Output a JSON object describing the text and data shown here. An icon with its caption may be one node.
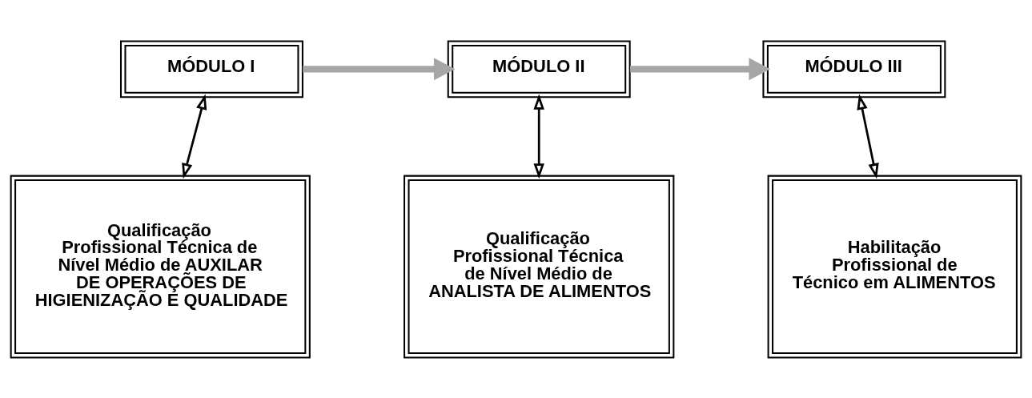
{
  "diagram": {
    "nodes": [
      {
        "text": [
          "MÓDULO I"
        ]
      },
      {
        "text": [
          "MÓDULO II"
        ]
      },
      {
        "text": [
          "MÓDULO III"
        ]
      },
      {
        "text": [
          "Qualificação Profissional Técnica de Nível Médio de AUXILAR DE OPERAÇÕES DE HIGIENIZAÇÃO E QUALIDADE"
        ]
      },
      {
        "text": [
          "Qualificação Profissional Técnica de Nível Médio de ANALISTA DE ALIMENTOS"
        ]
      },
      {
        "text": [
          "Habilitação Profissional de Técnico em ALIMENTOS"
        ]
      }
    ],
    "edges": [
      {
        "from": 0,
        "to": 1,
        "arrow": "to",
        "style": "thick",
        "color": "#a6a6a6"
      },
      {
        "from": 1,
        "to": 2,
        "arrow": "to",
        "style": "thick",
        "color": "#a6a6a6"
      },
      {
        "from": 0,
        "to": 3,
        "arrow": "both"
      },
      {
        "from": 1,
        "to": 4,
        "arrow": "both"
      },
      {
        "from": 2,
        "to": 5,
        "arrow": "both"
      }
    ]
  }
}
